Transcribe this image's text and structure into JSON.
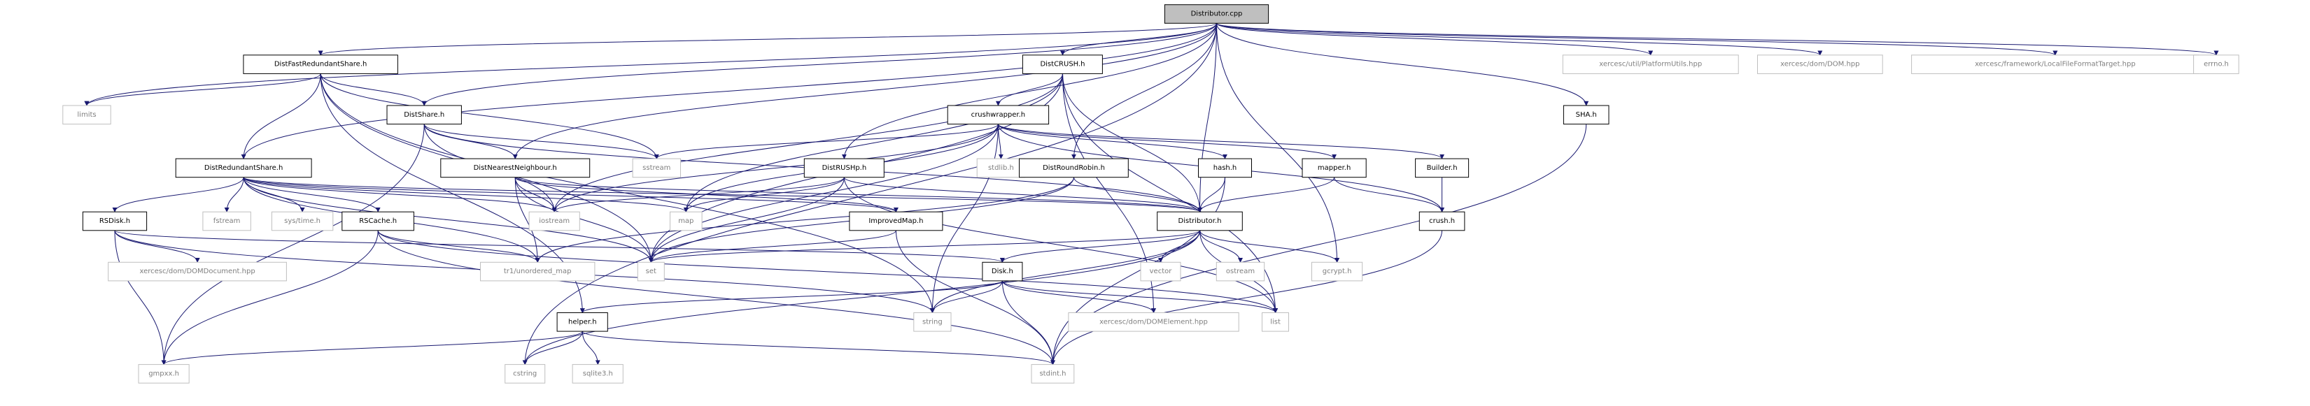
{
  "diagram": {
    "edge_color": "#191970",
    "nodes": [
      {
        "id": "distributor_cpp",
        "label": "Distributor.cpp",
        "kind": "main"
      },
      {
        "id": "DistFastRedundantShare_h",
        "label": "DistFastRedundantShare.h",
        "kind": "local"
      },
      {
        "id": "DistCRUSH_h",
        "label": "DistCRUSH.h",
        "kind": "local"
      },
      {
        "id": "xercesc_PlatformUtils",
        "label": "xercesc/util/PlatformUtils.hpp",
        "kind": "system"
      },
      {
        "id": "xercesc_DOM",
        "label": "xercesc/dom/DOM.hpp",
        "kind": "system"
      },
      {
        "id": "xercesc_LocalFileFormatTarget",
        "label": "xercesc/framework/LocalFileFormatTarget.hpp",
        "kind": "system"
      },
      {
        "id": "errno_h",
        "label": "errno.h",
        "kind": "system"
      },
      {
        "id": "limits",
        "label": "limits",
        "kind": "system"
      },
      {
        "id": "DistShare_h",
        "label": "DistShare.h",
        "kind": "local"
      },
      {
        "id": "crushwrapper_h",
        "label": "crushwrapper.h",
        "kind": "local"
      },
      {
        "id": "SHA_h",
        "label": "SHA.h",
        "kind": "local"
      },
      {
        "id": "sstream",
        "label": "sstream",
        "kind": "system"
      },
      {
        "id": "stdlib_h",
        "label": "stdlib.h",
        "kind": "system"
      },
      {
        "id": "DistRUSHp_h",
        "label": "DistRUSHp.h",
        "kind": "local"
      },
      {
        "id": "DistRedundantShare_h",
        "label": "DistRedundantShare.h",
        "kind": "local"
      },
      {
        "id": "DistNearestNeighbour_h",
        "label": "DistNearestNeighbour.h",
        "kind": "local"
      },
      {
        "id": "DistRoundRobin_h",
        "label": "DistRoundRobin.h",
        "kind": "local"
      },
      {
        "id": "hash_h",
        "label": "hash.h",
        "kind": "local"
      },
      {
        "id": "mapper_h",
        "label": "mapper.h",
        "kind": "local"
      },
      {
        "id": "Builder_h",
        "label": "Builder.h",
        "kind": "local"
      },
      {
        "id": "RSDisk_h",
        "label": "RSDisk.h",
        "kind": "local"
      },
      {
        "id": "fstream",
        "label": "fstream",
        "kind": "system"
      },
      {
        "id": "sys_time_h",
        "label": "sys/time.h",
        "kind": "system"
      },
      {
        "id": "RSCache_h",
        "label": "RSCache.h",
        "kind": "local"
      },
      {
        "id": "iostream",
        "label": "iostream",
        "kind": "system"
      },
      {
        "id": "map",
        "label": "map",
        "kind": "system"
      },
      {
        "id": "ImprovedMap_h",
        "label": "ImprovedMap.h",
        "kind": "local"
      },
      {
        "id": "Distributor_h",
        "label": "Distributor.h",
        "kind": "local"
      },
      {
        "id": "crush_h",
        "label": "crush.h",
        "kind": "local"
      },
      {
        "id": "xercesc_DOMDocument",
        "label": "xercesc/dom/DOMDocument.hpp",
        "kind": "system"
      },
      {
        "id": "tr1_unordered_map",
        "label": "tr1/unordered_map",
        "kind": "system"
      },
      {
        "id": "set",
        "label": "set",
        "kind": "system"
      },
      {
        "id": "vector",
        "label": "vector",
        "kind": "system"
      },
      {
        "id": "ostream",
        "label": "ostream",
        "kind": "system"
      },
      {
        "id": "gcrypt_h",
        "label": "gcrypt.h",
        "kind": "system"
      },
      {
        "id": "Disk_h",
        "label": "Disk.h",
        "kind": "local"
      },
      {
        "id": "string",
        "label": "string",
        "kind": "system"
      },
      {
        "id": "xercesc_DOMElement",
        "label": "xercesc/dom/DOMElement.hpp",
        "kind": "system"
      },
      {
        "id": "list",
        "label": "list",
        "kind": "system"
      },
      {
        "id": "helper_h",
        "label": "helper.h",
        "kind": "local"
      },
      {
        "id": "gmpxx_h",
        "label": "gmpxx.h",
        "kind": "system"
      },
      {
        "id": "cstring",
        "label": "cstring",
        "kind": "system"
      },
      {
        "id": "sqlite3_h",
        "label": "sqlite3.h",
        "kind": "system"
      },
      {
        "id": "stdint_h",
        "label": "stdint.h",
        "kind": "system"
      }
    ],
    "edges": [
      [
        "distributor_cpp",
        "DistFastRedundantShare_h"
      ],
      [
        "distributor_cpp",
        "DistCRUSH_h"
      ],
      [
        "distributor_cpp",
        "xercesc_PlatformUtils"
      ],
      [
        "distributor_cpp",
        "xercesc_DOM"
      ],
      [
        "distributor_cpp",
        "xercesc_LocalFileFormatTarget"
      ],
      [
        "distributor_cpp",
        "errno_h"
      ],
      [
        "distributor_cpp",
        "limits"
      ],
      [
        "distributor_cpp",
        "DistShare_h"
      ],
      [
        "distributor_cpp",
        "SHA_h"
      ],
      [
        "distributor_cpp",
        "DistRUSHp_h"
      ],
      [
        "distributor_cpp",
        "DistRedundantShare_h"
      ],
      [
        "distributor_cpp",
        "DistNearestNeighbour_h"
      ],
      [
        "distributor_cpp",
        "DistRoundRobin_h"
      ],
      [
        "distributor_cpp",
        "Distributor_h"
      ],
      [
        "distributor_cpp",
        "gcrypt_h"
      ],
      [
        "distributor_cpp",
        "cstring"
      ],
      [
        "DistFastRedundantShare_h",
        "limits"
      ],
      [
        "DistFastRedundantShare_h",
        "DistShare_h"
      ],
      [
        "DistFastRedundantShare_h",
        "DistRedundantShare_h"
      ],
      [
        "DistFastRedundantShare_h",
        "sstream"
      ],
      [
        "DistFastRedundantShare_h",
        "set"
      ],
      [
        "DistFastRedundantShare_h",
        "string"
      ],
      [
        "DistFastRedundantShare_h",
        "helper_h"
      ],
      [
        "DistCRUSH_h",
        "crushwrapper_h"
      ],
      [
        "DistCRUSH_h",
        "Distributor_h"
      ],
      [
        "DistCRUSH_h",
        "map"
      ],
      [
        "DistCRUSH_h",
        "set"
      ],
      [
        "DistCRUSH_h",
        "iostream"
      ],
      [
        "DistCRUSH_h",
        "list"
      ],
      [
        "DistCRUSH_h",
        "xercesc_DOMElement"
      ],
      [
        "DistShare_h",
        "sstream"
      ],
      [
        "DistShare_h",
        "DistNearestNeighbour_h"
      ],
      [
        "DistShare_h",
        "Distributor_h"
      ],
      [
        "DistShare_h",
        "iostream"
      ],
      [
        "DistShare_h",
        "gmpxx_h"
      ],
      [
        "crushwrapper_h",
        "sstream"
      ],
      [
        "crushwrapper_h",
        "stdlib_h"
      ],
      [
        "crushwrapper_h",
        "hash_h"
      ],
      [
        "crushwrapper_h",
        "mapper_h"
      ],
      [
        "crushwrapper_h",
        "Builder_h"
      ],
      [
        "crushwrapper_h",
        "crush_h"
      ],
      [
        "crushwrapper_h",
        "map"
      ],
      [
        "crushwrapper_h",
        "set"
      ],
      [
        "crushwrapper_h",
        "iostream"
      ],
      [
        "crushwrapper_h",
        "string"
      ],
      [
        "SHA_h",
        "stdint_h"
      ],
      [
        "DistRUSHp_h",
        "Distributor_h"
      ],
      [
        "DistRUSHp_h",
        "map"
      ],
      [
        "DistRUSHp_h",
        "set"
      ],
      [
        "DistRUSHp_h",
        "iostream"
      ],
      [
        "DistRUSHp_h",
        "list"
      ],
      [
        "DistRedundantShare_h",
        "RSDisk_h"
      ],
      [
        "DistRedundantShare_h",
        "fstream"
      ],
      [
        "DistRedundantShare_h",
        "sys_time_h"
      ],
      [
        "DistRedundantShare_h",
        "RSCache_h"
      ],
      [
        "DistRedundantShare_h",
        "iostream"
      ],
      [
        "DistRedundantShare_h",
        "map"
      ],
      [
        "DistRedundantShare_h",
        "ImprovedMap_h"
      ],
      [
        "DistRedundantShare_h",
        "Distributor_h"
      ],
      [
        "DistRedundantShare_h",
        "tr1_unordered_map"
      ],
      [
        "DistRedundantShare_h",
        "set"
      ],
      [
        "DistNearestNeighbour_h",
        "ImprovedMap_h"
      ],
      [
        "DistNearestNeighbour_h",
        "Distributor_h"
      ],
      [
        "DistNearestNeighbour_h",
        "iostream"
      ],
      [
        "DistNearestNeighbour_h",
        "tr1_unordered_map"
      ],
      [
        "DistNearestNeighbour_h",
        "set"
      ],
      [
        "DistRoundRobin_h",
        "Distributor_h"
      ],
      [
        "DistRoundRobin_h",
        "set"
      ],
      [
        "DistRoundRobin_h",
        "tr1_unordered_map"
      ],
      [
        "hash_h",
        "Distributor_h"
      ],
      [
        "hash_h",
        "stdint_h"
      ],
      [
        "mapper_h",
        "crush_h"
      ],
      [
        "mapper_h",
        "Distributor_h"
      ],
      [
        "Builder_h",
        "crush_h"
      ],
      [
        "crush_h",
        "stdint_h"
      ],
      [
        "RSDisk_h",
        "xercesc_DOMDocument"
      ],
      [
        "RSDisk_h",
        "gmpxx_h"
      ],
      [
        "RSDisk_h",
        "Disk_h"
      ],
      [
        "RSDisk_h",
        "string"
      ],
      [
        "RSCache_h",
        "tr1_unordered_map"
      ],
      [
        "RSCache_h",
        "gmpxx_h"
      ],
      [
        "RSCache_h",
        "stdint_h"
      ],
      [
        "RSCache_h",
        "list"
      ],
      [
        "ImprovedMap_h",
        "set"
      ],
      [
        "ImprovedMap_h",
        "stdint_h"
      ],
      [
        "Distributor_h",
        "vector"
      ],
      [
        "Distributor_h",
        "ostream"
      ],
      [
        "Distributor_h",
        "gcrypt_h"
      ],
      [
        "Distributor_h",
        "Disk_h"
      ],
      [
        "Distributor_h",
        "list"
      ],
      [
        "Distributor_h",
        "string"
      ],
      [
        "Distributor_h",
        "set"
      ],
      [
        "Distributor_h",
        "cstring"
      ],
      [
        "Disk_h",
        "string"
      ],
      [
        "Disk_h",
        "xercesc_DOMElement"
      ],
      [
        "Disk_h",
        "list"
      ],
      [
        "Disk_h",
        "stdint_h"
      ],
      [
        "Disk_h",
        "helper_h"
      ],
      [
        "helper_h",
        "gmpxx_h"
      ],
      [
        "helper_h",
        "cstring"
      ],
      [
        "helper_h",
        "sqlite3_h"
      ],
      [
        "helper_h",
        "stdint_h"
      ]
    ]
  }
}
